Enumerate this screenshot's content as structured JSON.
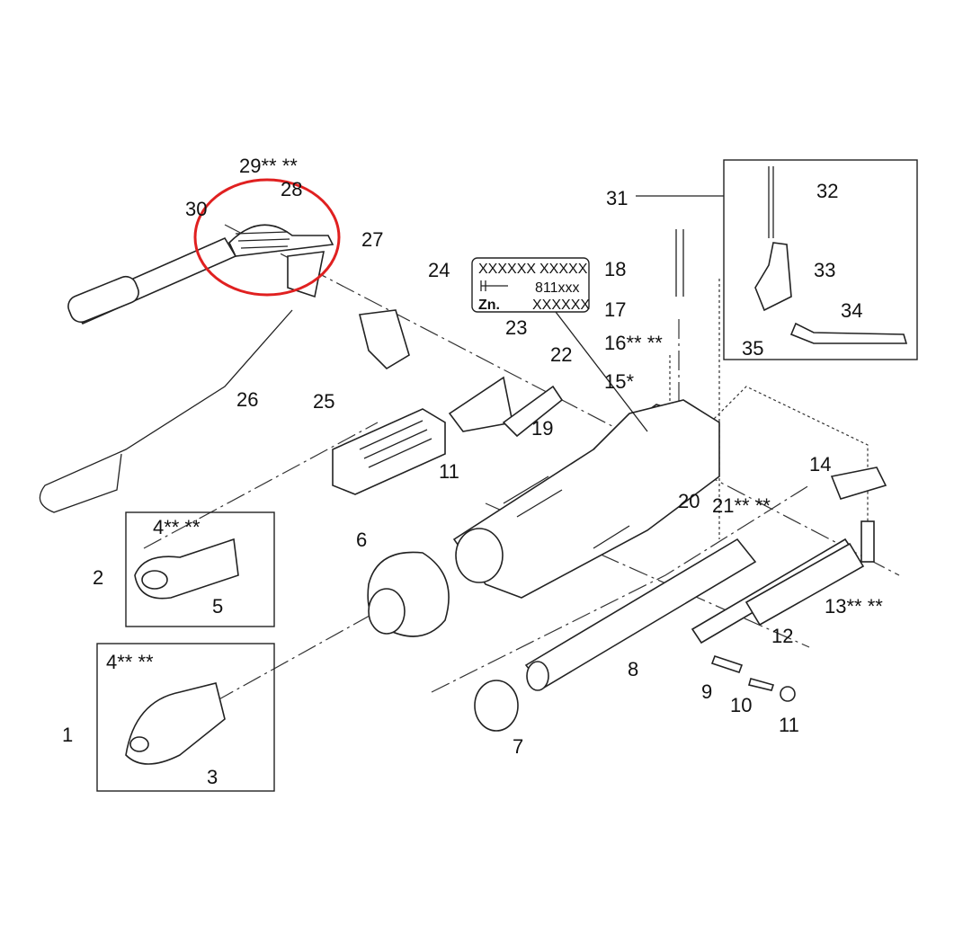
{
  "diagram": {
    "title": "Exploded parts diagram of trailer coupling / overrun device",
    "highlight_color": "#e02020",
    "labels": [
      "29** **",
      "28",
      "30",
      "27",
      "24",
      "31",
      "32",
      "18",
      "33",
      "17",
      "34",
      "16** **",
      "35",
      "23",
      "22",
      "15*",
      "25",
      "26",
      "19",
      "11",
      "14",
      "20",
      "21** **",
      "4** **",
      "2",
      "6",
      "5",
      "13** **",
      "12",
      "8",
      "4** **",
      "9",
      "10",
      "11",
      "1",
      "7",
      "3"
    ],
    "plate": {
      "line1_left": "XXXXXX",
      "line1_right": "XXXXX",
      "line2": "811xxx",
      "line3_left": "Zn.",
      "line3_right": "XXXXXX"
    }
  }
}
